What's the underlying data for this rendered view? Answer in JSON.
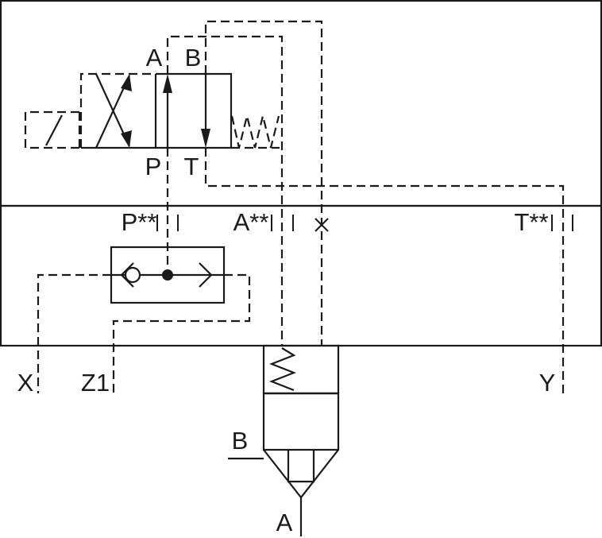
{
  "labels": {
    "valve_port_a": "A",
    "valve_port_b": "B",
    "valve_port_p": "P",
    "valve_port_t": "T",
    "port_p_star": "P**",
    "port_a_star": "A**",
    "port_t_star": "T**",
    "port_x": "X",
    "port_z1": "Z1",
    "port_y": "Y",
    "cartridge_b": "B",
    "cartridge_a": "A"
  },
  "colors": {
    "line": "#1a1a1a",
    "background": "#ffffff"
  }
}
